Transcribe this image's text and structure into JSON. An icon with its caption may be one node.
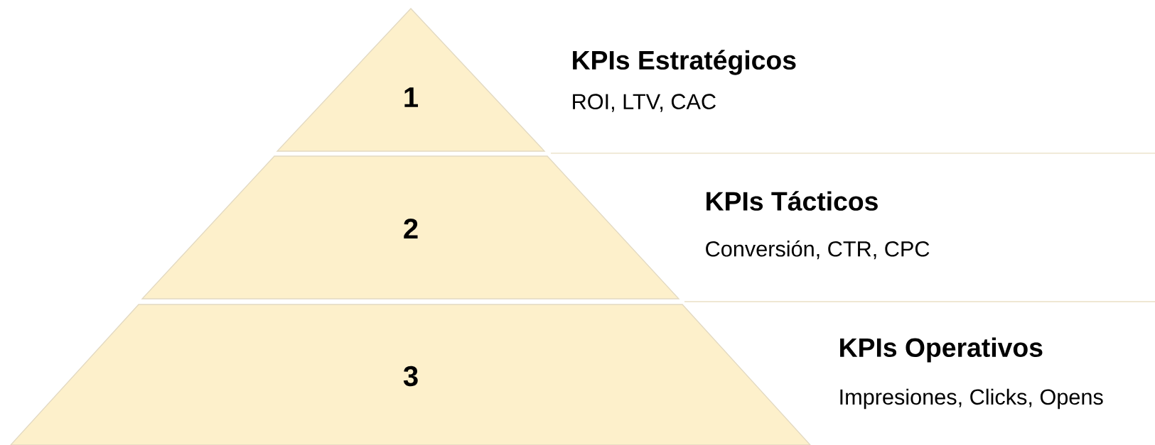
{
  "diagram": {
    "nodes": [
      {
        "text": [
          "1"
        ],
        "beside": [
          "KPIs Estratégicos",
          "ROI, LTV, CAC"
        ]
      },
      {
        "text": [
          "2"
        ],
        "beside": [
          "KPIs Tácticos",
          "Conversión, CTR, CPC"
        ]
      },
      {
        "text": [
          "3"
        ],
        "beside": [
          "KPIs Operativos",
          "Impresiones, Clicks, Opens"
        ]
      }
    ]
  }
}
